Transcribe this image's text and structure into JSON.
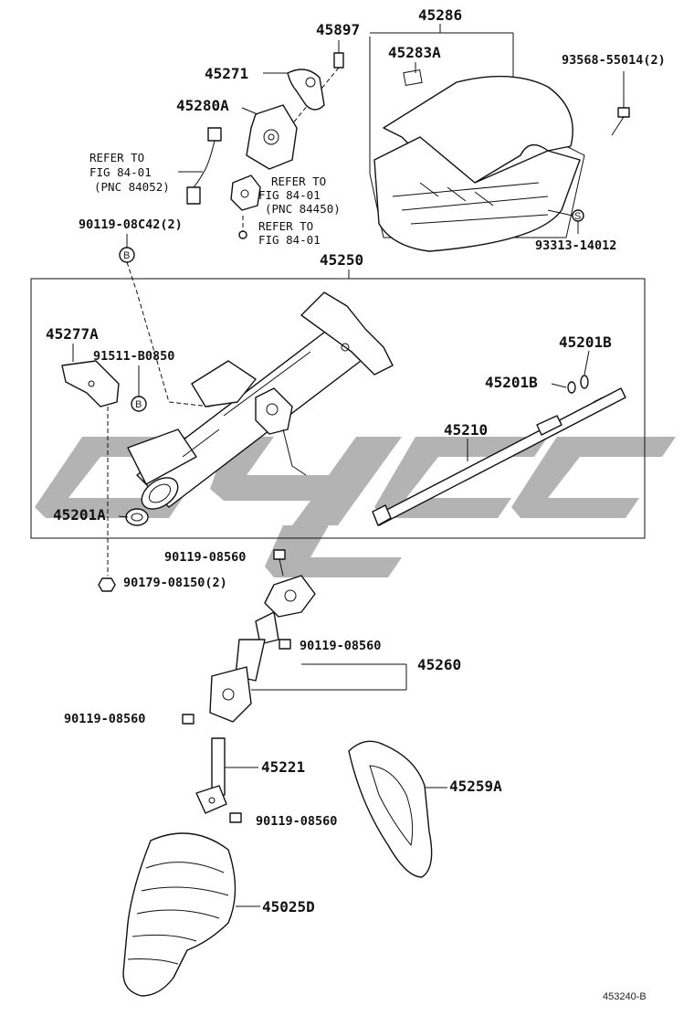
{
  "diagram": {
    "figure_id": "453240-B",
    "assembly_box_label": "45250",
    "labels": {
      "p45897": "45897",
      "p45286": "45286",
      "p45283A": "45283A",
      "p93568": "93568-55014(2)",
      "p45271": "45271",
      "p45280A": "45280A",
      "p93313": "93313-14012",
      "p90119_08C42": "90119-08C42(2)",
      "p45277A": "45277A",
      "p91511": "91511-B0850",
      "p45201B_1": "45201B",
      "p45201B_2": "45201B",
      "p45210": "45210",
      "p45201A": "45201A",
      "p90119_08560_a": "90119-08560",
      "p90179": "90179-08150(2)",
      "p90119_08560_b": "90119-08560",
      "p45260": "45260",
      "p90119_08560_c": "90119-08560",
      "p45221": "45221",
      "p45259A": "45259A",
      "p90119_08560_d": "90119-08560",
      "p45025D": "45025D"
    },
    "refs": {
      "r1_line1": "REFER TO",
      "r1_line2": "FIG 84-01",
      "r1_line3": "(PNC 84052)",
      "r2_line1": "REFER TO",
      "r2_line2": "FIG 84-01",
      "r2_line3": "(PNC 84450)",
      "r3_line1": "REFER TO",
      "r3_line2": "FIG 84-01"
    },
    "markers": {
      "b1": "B",
      "b2": "B",
      "s1": "S"
    }
  }
}
